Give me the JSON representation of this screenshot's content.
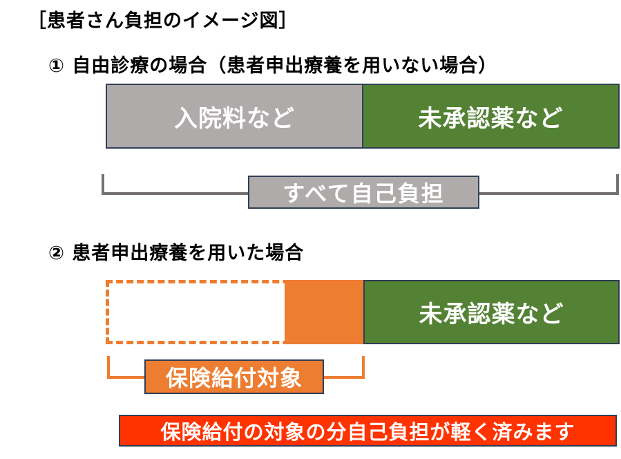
{
  "title": "［患者さん負担のイメージ図］",
  "case1": {
    "heading": "① 自由診療の場合（患者申出療養を用いない場合）",
    "hospitalization_label": "入院料など",
    "unapproved_label": "未承認薬など",
    "self_pay_label": "すべて自己負担"
  },
  "case2": {
    "heading": "② 患者申出療養を用いた場合",
    "unapproved_label": "未承認薬など",
    "insurance_label": "保険給付対象"
  },
  "note": "保険給付の対象の分自己負担が軽く済みます",
  "colors": {
    "gray": "#afabab",
    "green": "#548235",
    "orange": "#ed7d31",
    "red": "#ff3300",
    "bracket_gray": "#767171",
    "border_navy": "#2f3e55"
  }
}
